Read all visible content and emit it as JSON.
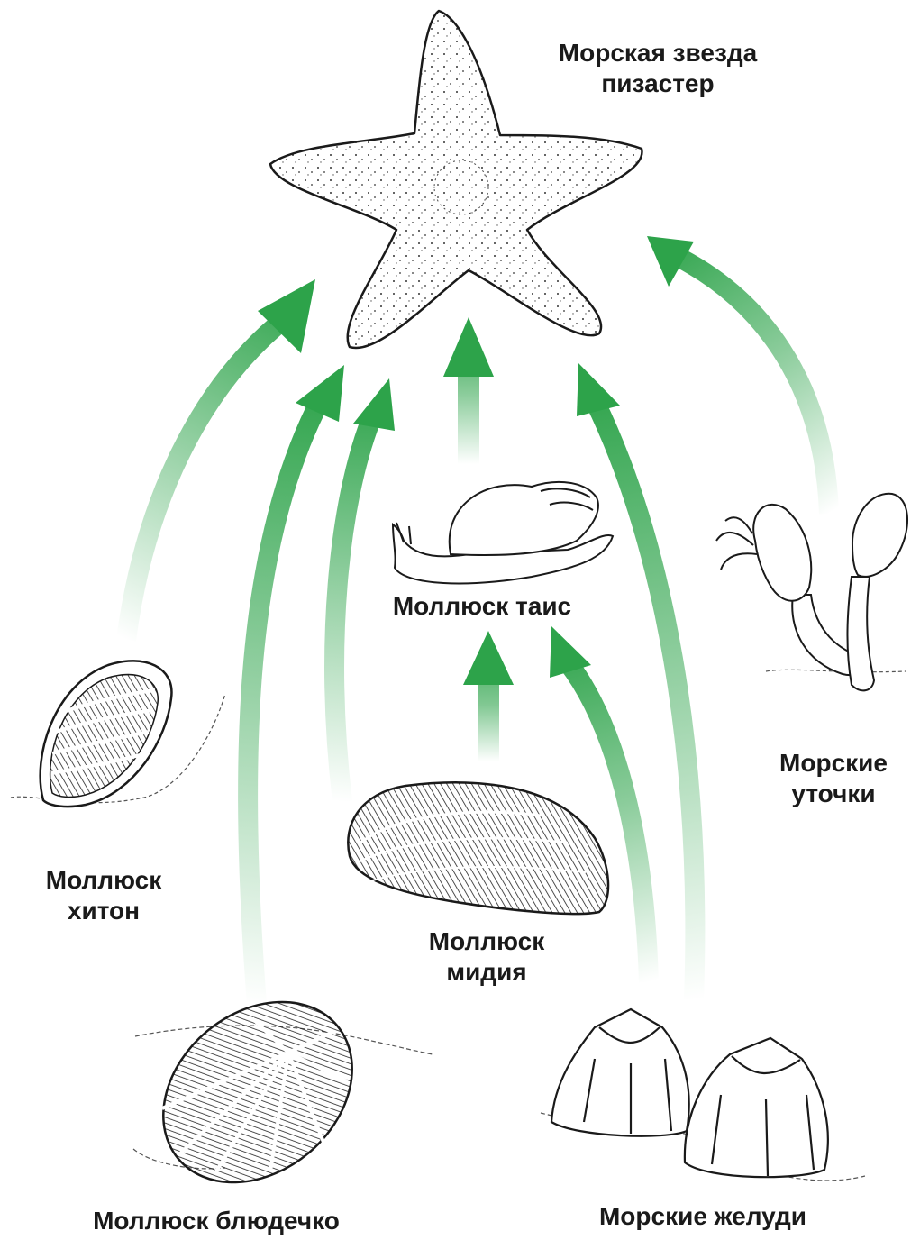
{
  "colors": {
    "arrow": "#2da34a",
    "ink": "#1a1a1a",
    "background": "#ffffff"
  },
  "labels": {
    "starfish": {
      "line1": "Морская звезда",
      "line2": "пизастер"
    },
    "thais": {
      "line1": "Моллюск таис"
    },
    "chiton": {
      "line1": "Моллюск",
      "line2": "хитон"
    },
    "mussel": {
      "line1": "Моллюск",
      "line2": "мидия"
    },
    "goose_barnacles": {
      "line1": "Морские",
      "line2": "уточки"
    },
    "limpet": {
      "line1": "Моллюск блюдечко"
    },
    "acorn_barnacles": {
      "line1": "Морские желуди"
    }
  },
  "links": [
    {
      "from": "Моллюск хитон",
      "to": "Морская звезда пизастер"
    },
    {
      "from": "Моллюск блюдечко",
      "to": "Морская звезда пизастер"
    },
    {
      "from": "Моллюск мидия",
      "to": "Морская звезда пизастер"
    },
    {
      "from": "Моллюск таис",
      "to": "Морская звезда пизастер"
    },
    {
      "from": "Морские желуди",
      "to": "Морская звезда пизастер"
    },
    {
      "from": "Морские уточки",
      "to": "Морская звезда пизастер"
    },
    {
      "from": "Моллюск мидия",
      "to": "Моллюск таис"
    },
    {
      "from": "Морские желуди",
      "to": "Моллюск таис"
    }
  ]
}
